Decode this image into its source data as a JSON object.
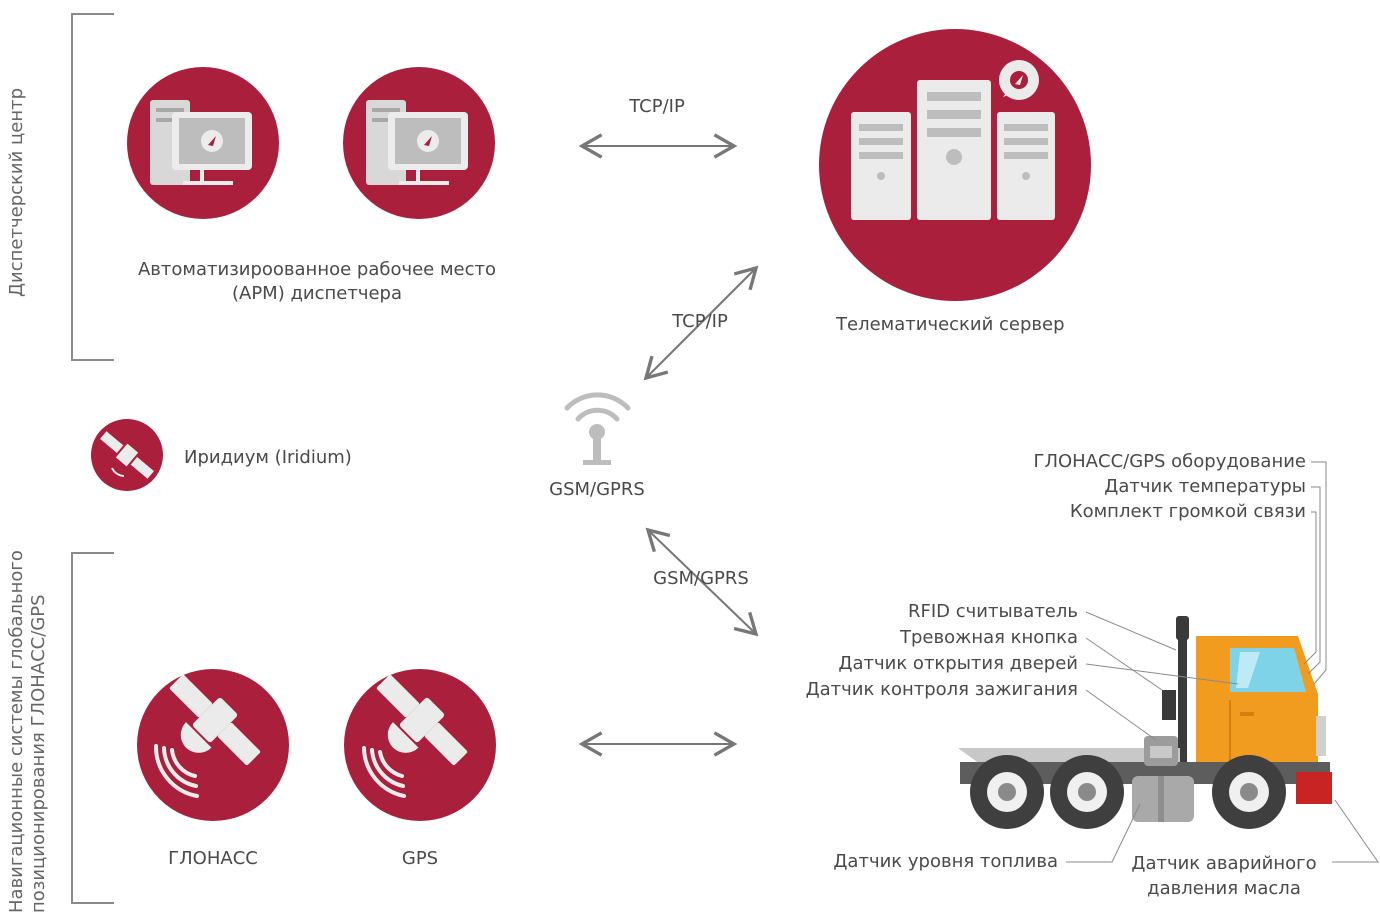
{
  "sections": {
    "dispatch_center": "Диспетчерский центр",
    "nav_systems_line1": "Навигационные системы глобального",
    "nav_systems_line2": "позиционирования ГЛОНАСС/GPS"
  },
  "nodes": {
    "workstation_line1": "Автоматизироованное рабочее место",
    "workstation_line2": "(АРМ) диспетчера",
    "server": "Телематический сервер",
    "iridium": "Иридиум (Iridium)",
    "gsm_tower": "GSM/GPRS",
    "glonass": "ГЛОНАСС",
    "gps": "GPS"
  },
  "links": {
    "arm_server": "TCP/IP",
    "tower_server": "TCP/IP",
    "tower_truck": "GSM/GPRS"
  },
  "truck_equipment": {
    "top_right": [
      "ГЛОНАСС/GPS оборудование",
      "Датчик температуры",
      "Комплект громкой связи"
    ],
    "left": [
      "RFID считыватель",
      "Тревожная кнопка",
      "Датчик открытия дверей",
      "Датчик контроля зажигания"
    ],
    "bottom_left": "Датчик уровня топлива",
    "bottom_right_line1": "Датчик аварийного",
    "bottom_right_line2": "давления масла"
  },
  "colors": {
    "accent": "#a91f3c",
    "truck_orange": "#f29c1f",
    "line_gray": "#8a8a8a"
  }
}
